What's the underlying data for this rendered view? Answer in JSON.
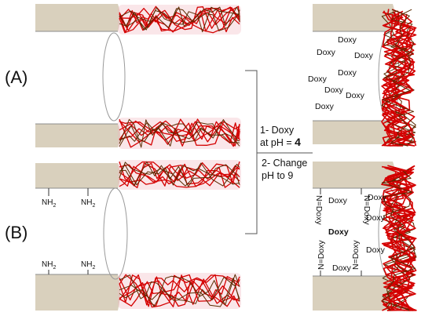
{
  "panels": {
    "a": "(A)",
    "b": "(B)"
  },
  "steps": {
    "step1_line1": "1- Doxy",
    "step1_line2_prefix": "at pH = ",
    "step1_ph": "4",
    "step2_line1": "2- Change",
    "step2_line2": "pH to 9"
  },
  "labels": {
    "doxy": "Doxy",
    "nh": "NH",
    "nh_sub": "2",
    "n_doxy": "N=Doxy"
  },
  "colors": {
    "substrate": "#d9d0bd",
    "wall_line": "#8c8c8c",
    "polymer_red": "#d40000",
    "polymer_dark": "#5a2a00",
    "polymer_halo": "#f2b6c0",
    "bracket": "#555555"
  }
}
